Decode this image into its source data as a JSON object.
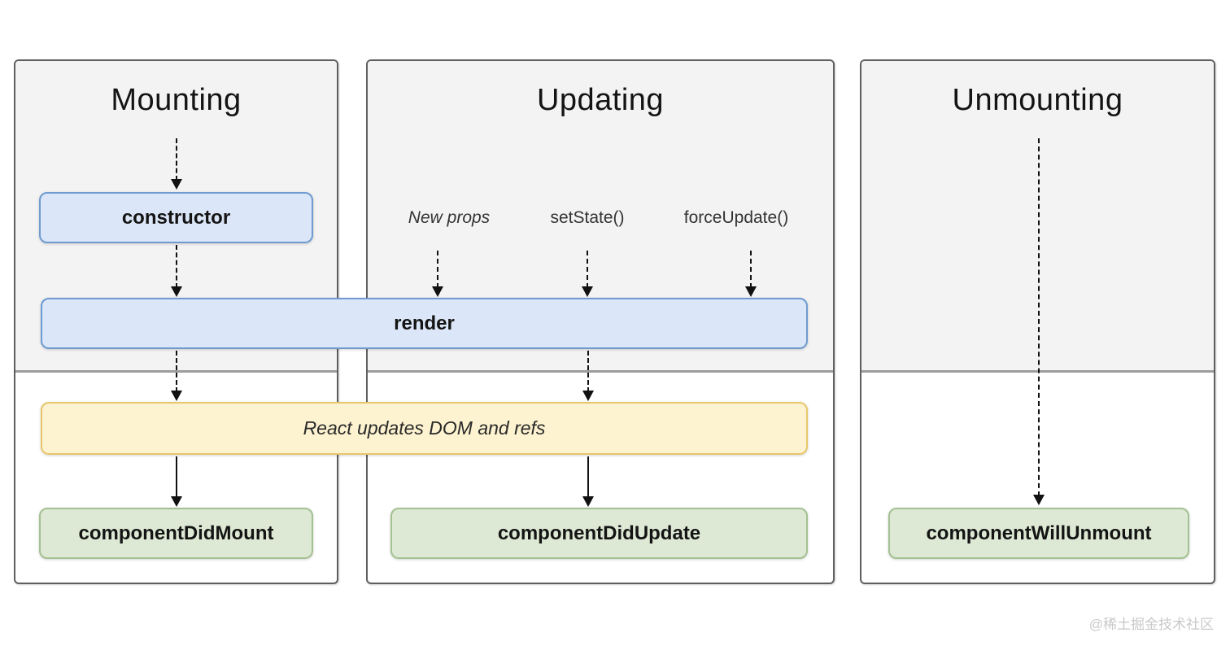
{
  "diagram": {
    "columns": [
      {
        "title": "Mounting"
      },
      {
        "title": "Updating",
        "triggers": [
          "New props",
          "setState()",
          "forceUpdate()"
        ]
      },
      {
        "title": "Unmounting"
      }
    ],
    "nodes": {
      "constructor": "constructor",
      "render": "render",
      "react_updates_dom": "React updates DOM and refs",
      "component_did_mount": "componentDidMount",
      "component_did_update": "componentDidUpdate",
      "component_will_unmount": "componentWillUnmount"
    },
    "watermark": "@稀土掘金技术社区",
    "colors": {
      "method_box_fill": "#dbe7f8",
      "method_box_border": "#6f9bd1",
      "side_effect_fill": "#fdf3d0",
      "side_effect_border": "#e8c76d",
      "commit_box_fill": "#dde9d4",
      "commit_box_border": "#a4c192",
      "panel_fill": "#f3f3f3",
      "panel_border": "#5f5f5f",
      "divider": "#9d9d9d",
      "arrow": "#111111"
    }
  }
}
